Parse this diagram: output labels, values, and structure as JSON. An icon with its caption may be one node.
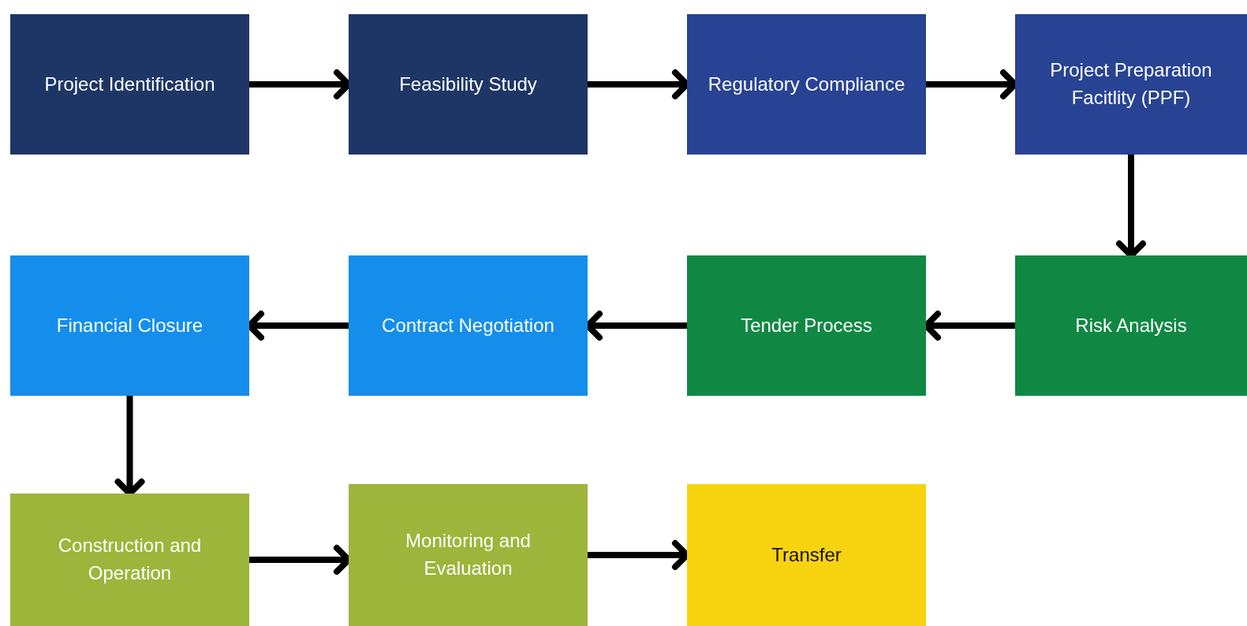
{
  "diagram": {
    "nodes": [
      {
        "text": [
          "Project Identification"
        ]
      },
      {
        "text": [
          "Feasibility Study"
        ]
      },
      {
        "text": [
          "Regulatory Compliance"
        ]
      },
      {
        "text": [
          "Project Preparation Facitlity (PPF)"
        ]
      },
      {
        "text": [
          "Financial Closure"
        ]
      },
      {
        "text": [
          "Contract Negotiation"
        ]
      },
      {
        "text": [
          "Tender Process"
        ]
      },
      {
        "text": [
          "Risk Analysis"
        ]
      },
      {
        "text": [
          "Construction and Operation"
        ]
      },
      {
        "text": [
          "Monitoring and Evaluation"
        ]
      },
      {
        "text": [
          "Transfer"
        ]
      }
    ],
    "edges": [
      {
        "from": 0,
        "to": 1,
        "arrow": "to"
      },
      {
        "from": 1,
        "to": 2,
        "arrow": "to"
      },
      {
        "from": 2,
        "to": 3,
        "arrow": "to"
      },
      {
        "from": 3,
        "to": 7,
        "arrow": "to"
      },
      {
        "from": 7,
        "to": 6,
        "arrow": "to"
      },
      {
        "from": 6,
        "to": 5,
        "arrow": "to"
      },
      {
        "from": 5,
        "to": 4,
        "arrow": "to"
      },
      {
        "from": 4,
        "to": 8,
        "arrow": "to"
      },
      {
        "from": 8,
        "to": 9,
        "arrow": "to"
      },
      {
        "from": 9,
        "to": 10,
        "arrow": "to"
      }
    ]
  }
}
